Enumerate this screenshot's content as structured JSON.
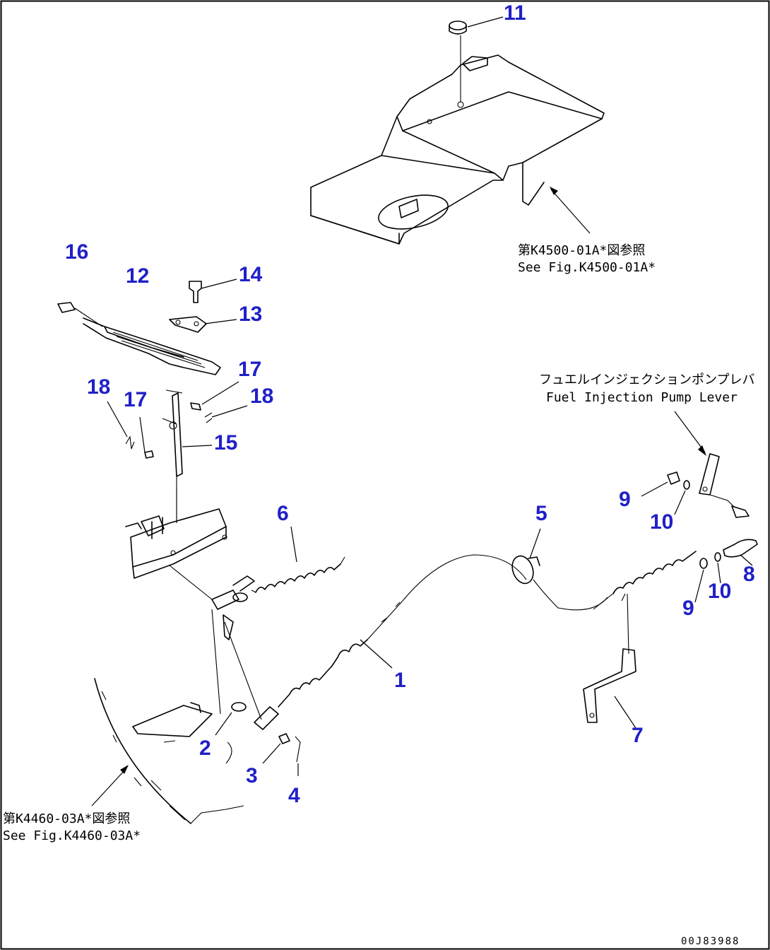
{
  "part_numbers": {
    "p1": "1",
    "p2": "2",
    "p3": "3",
    "p4": "4",
    "p5": "5",
    "p6": "6",
    "p7": "7",
    "p8": "8",
    "p9a": "9",
    "p9b": "9",
    "p10a": "10",
    "p10b": "10",
    "p11": "11",
    "p12": "12",
    "p13": "13",
    "p14": "14",
    "p15": "15",
    "p16": "16",
    "p17a": "17",
    "p17b": "17",
    "p18a": "18",
    "p18b": "18"
  },
  "notes": {
    "floor_ref_jp": "第K4500-01A*図参照",
    "floor_ref_en": "See Fig.K4500-01A*",
    "pump_lever_jp": "フュエルインジェクションポンプレバ",
    "pump_lever_en": "Fuel Injection Pump Lever",
    "frame_ref_jp": "第K4460-03A*図参照",
    "frame_ref_en": "See Fig.K4460-03A*"
  },
  "drawing_code": "00J83988",
  "colors": {
    "part_number": "#2020c8",
    "line": "#000000",
    "background": "#ffffff"
  }
}
